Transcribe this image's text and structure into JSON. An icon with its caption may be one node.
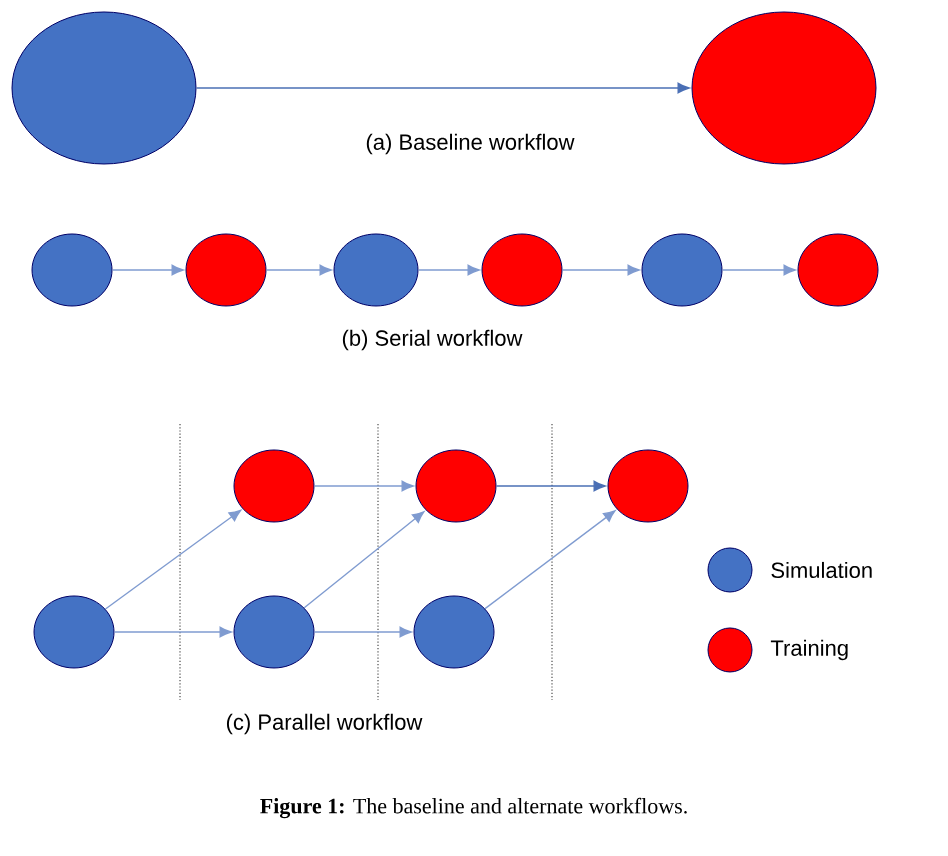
{
  "diagram": {
    "caption": "**Figure 1:** The baseline and alternate workflows.",
    "nodes": [
      {
        "text": [],
        "shape": "circle"
      },
      {
        "text": [],
        "shape": "circle"
      },
      {
        "text": [],
        "shape": "circle"
      },
      {
        "text": [],
        "shape": "circle"
      },
      {
        "text": [],
        "shape": "circle"
      },
      {
        "text": [],
        "shape": "circle"
      },
      {
        "text": [],
        "shape": "circle"
      },
      {
        "text": [],
        "shape": "circle"
      },
      {
        "text": [],
        "shape": "circle"
      },
      {
        "text": [],
        "shape": "circle"
      },
      {
        "text": [],
        "shape": "circle"
      },
      {
        "text": [],
        "shape": "circle"
      },
      {
        "text": [],
        "shape": "circle"
      },
      {
        "text": [],
        "shape": "circle"
      }
    ],
    "edges": [
      {
        "from": 0,
        "to": 1,
        "arrow": "to",
        "color": "#4a6fb5"
      },
      {
        "from": 2,
        "to": 3,
        "arrow": "to"
      },
      {
        "from": 3,
        "to": 4,
        "arrow": "to"
      },
      {
        "from": 4,
        "to": 5,
        "arrow": "to"
      },
      {
        "from": 5,
        "to": 6,
        "arrow": "to"
      },
      {
        "from": 6,
        "to": 7,
        "arrow": "to"
      },
      {
        "from": 11,
        "to": 8,
        "arrow": "to"
      },
      {
        "from": 11,
        "to": 12,
        "arrow": "to"
      },
      {
        "from": 8,
        "to": 9,
        "arrow": "to"
      },
      {
        "from": 12,
        "to": 9,
        "arrow": "to"
      },
      {
        "from": 12,
        "to": 13,
        "arrow": "to"
      },
      {
        "from": 9,
        "to": 10,
        "arrow": "to",
        "color": "#4a6fb5"
      },
      {
        "from": 13,
        "to": 10,
        "arrow": "to"
      }
    ],
    "labels": [
      "(a) Baseline workflow",
      "(b) Serial workflow",
      "(c) Parallel workflow"
    ],
    "legend": [
      {
        "text": "Simulation",
        "color": "#4472c4"
      },
      {
        "text": "Training",
        "color": "#ff0000"
      }
    ]
  }
}
